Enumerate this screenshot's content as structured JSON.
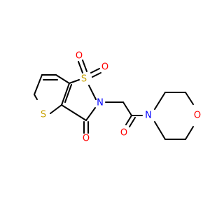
{
  "atoms": {
    "s1": {
      "text": "S"
    },
    "o1a": {
      "text": "O"
    },
    "o1b": {
      "text": "O"
    },
    "n2": {
      "text": "N"
    },
    "s_thio": {
      "text": "S"
    },
    "o3": {
      "text": "O"
    },
    "o_amide": {
      "text": "O"
    },
    "n_morph": {
      "text": "N"
    },
    "o_morph": {
      "text": "O"
    }
  },
  "colors": {
    "bond": "#000000",
    "sulfur": "#c8a100",
    "oxygen": "#ff0000",
    "nitrogen": "#0000ff"
  }
}
